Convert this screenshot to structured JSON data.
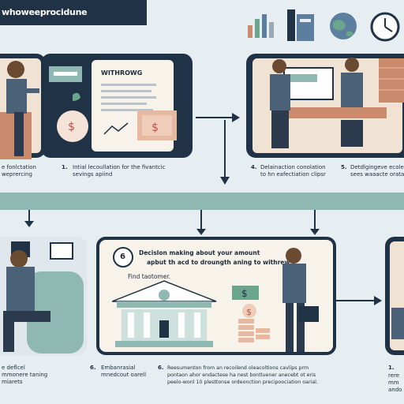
{
  "header": {
    "title": "whoweeprocidune"
  },
  "top_icons": [
    "bar-chart-icon",
    "binder-icon",
    "globe-icon",
    "clock-icon"
  ],
  "steps": {
    "left_top": {
      "caption": "e fonlctation\nweprercing"
    },
    "step1": {
      "number": "1.",
      "caption": "Intial lecoullation for the fivantcic\nsevings apiind",
      "doc_title": "WITHROWG"
    },
    "step4": {
      "number": "4.",
      "caption": "Delainaction conolation\nto hn eafectiation clipsr"
    },
    "step5": {
      "number": "5.",
      "caption": "Detdlgingeve ecole\nsees waaacte oratane"
    },
    "left_bottom": {
      "caption": "e deflcel\nmmonere taning\nmiarets"
    },
    "step6a": {
      "number": "6.",
      "caption": "Embanrasial\nmnedcout oarell"
    },
    "step6b": {
      "number": "6.",
      "caption": "Reesumenton from an recoilend oleacoltions cavlips prm\npontaon ahor endactese ha nest bontluener anecebt ot eris\npeelo-wonl 10 plesttonse ordeonction precipoociation oarial."
    },
    "step_right": {
      "number": "1.",
      "caption": "rere\nmm\nando"
    },
    "decision": {
      "badge": "6",
      "line1": "Decislon making about your amount",
      "line2": "apbut th acd to droungth aning to withrew",
      "line3": "Find taotomer."
    }
  },
  "colors": {
    "navy": "#1f3246",
    "teal": "#8fb8b3",
    "background": "#e7eef1",
    "accent_red": "#c0504d",
    "money_green": "#6aa58d"
  }
}
